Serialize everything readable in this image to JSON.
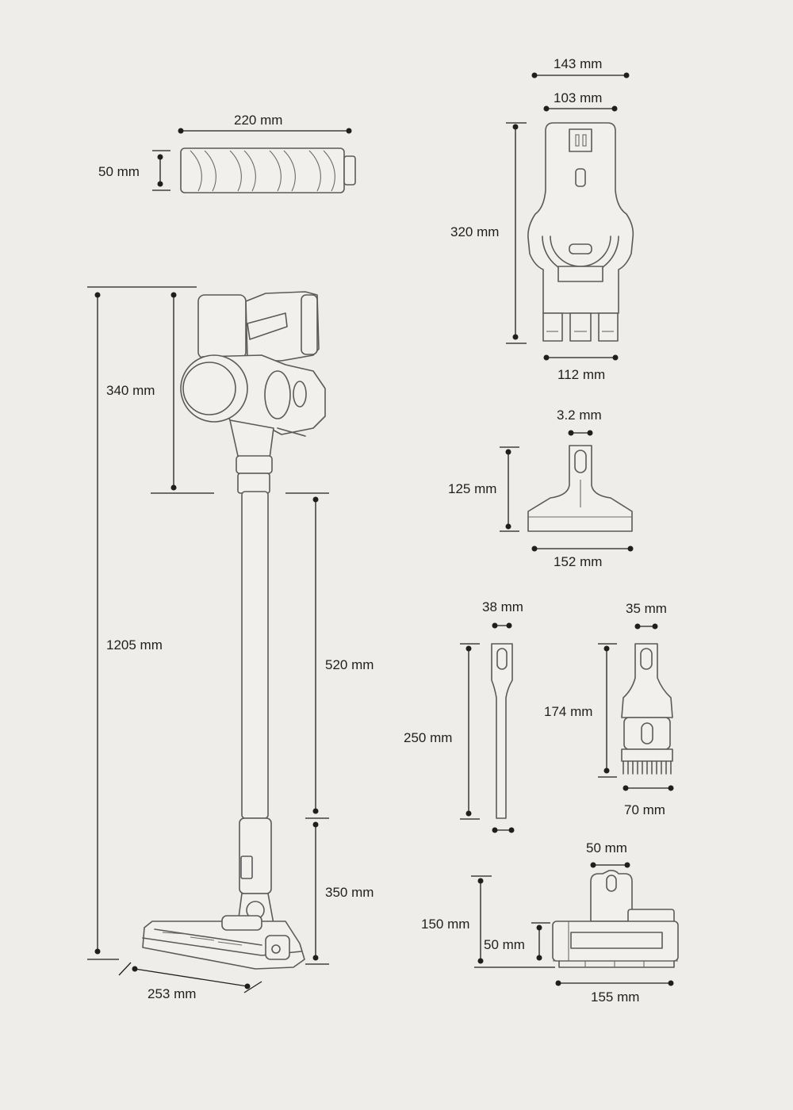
{
  "colors": {
    "background": "#efedea",
    "ink": "#1f1f1f",
    "outline": "#5a5a5a"
  },
  "labels": {
    "roller_length": "220 mm",
    "roller_diameter": "50 mm",
    "vacuum_total_height": "1205 mm",
    "vacuum_body_height": "340 mm",
    "vacuum_tube_length": "520 mm",
    "vacuum_lower_length": "350 mm",
    "vacuum_head_width": "253 mm",
    "mount_outer_width": "143 mm",
    "mount_inner_width": "103 mm",
    "mount_height": "320 mm",
    "mount_base_width": "112 mm",
    "wide_tool_slot": "3.2 mm",
    "wide_tool_height": "125 mm",
    "wide_tool_width": "152 mm",
    "crevice_width": "38 mm",
    "crevice_height": "250 mm",
    "brush_tool_top": "35 mm",
    "brush_tool_height": "174 mm",
    "brush_tool_width": "70 mm",
    "mini_head_top": "50 mm",
    "mini_head_height": "150 mm",
    "mini_head_body": "50 mm",
    "mini_head_width": "155 mm"
  }
}
